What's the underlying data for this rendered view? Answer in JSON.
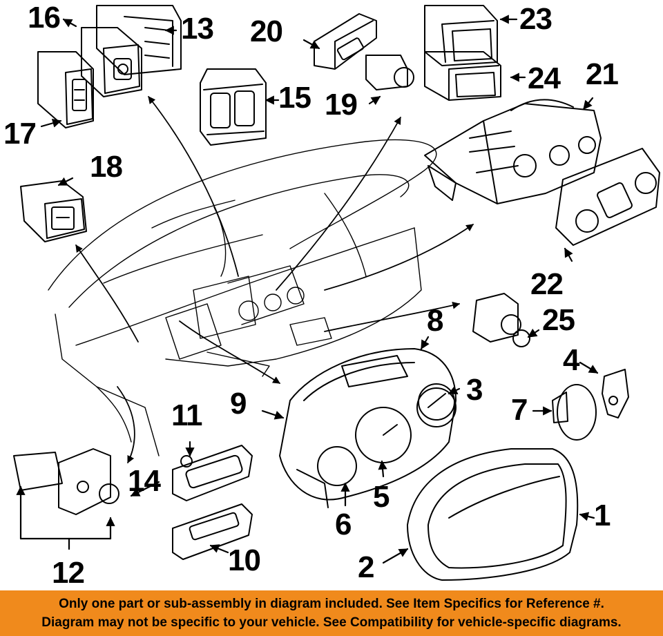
{
  "callouts": [
    {
      "id": "c1",
      "label": "1"
    },
    {
      "id": "c2",
      "label": "2"
    },
    {
      "id": "c3",
      "label": "3"
    },
    {
      "id": "c4",
      "label": "4"
    },
    {
      "id": "c5",
      "label": "5"
    },
    {
      "id": "c6",
      "label": "6"
    },
    {
      "id": "c7",
      "label": "7"
    },
    {
      "id": "c8",
      "label": "8"
    },
    {
      "id": "c9",
      "label": "9"
    },
    {
      "id": "c10",
      "label": "10"
    },
    {
      "id": "c11",
      "label": "11"
    },
    {
      "id": "c12",
      "label": "12"
    },
    {
      "id": "c13",
      "label": "13"
    },
    {
      "id": "c14",
      "label": "14"
    },
    {
      "id": "c15",
      "label": "15"
    },
    {
      "id": "c16",
      "label": "16"
    },
    {
      "id": "c17",
      "label": "17"
    },
    {
      "id": "c18",
      "label": "18"
    },
    {
      "id": "c19",
      "label": "19"
    },
    {
      "id": "c20",
      "label": "20"
    },
    {
      "id": "c21",
      "label": "21"
    },
    {
      "id": "c22",
      "label": "22"
    },
    {
      "id": "c23",
      "label": "23"
    },
    {
      "id": "c24",
      "label": "24"
    },
    {
      "id": "c25",
      "label": "25"
    }
  ],
  "banner": {
    "line1": "Only one part or sub-assembly in diagram included. See Item Specifics for Reference #.",
    "line2": "Diagram may not be specific to your vehicle. See Compatibility for vehicle-specific diagrams."
  },
  "colors": {
    "banner_bg": "#f08a1c",
    "ink": "#000000",
    "paper": "#ffffff"
  }
}
